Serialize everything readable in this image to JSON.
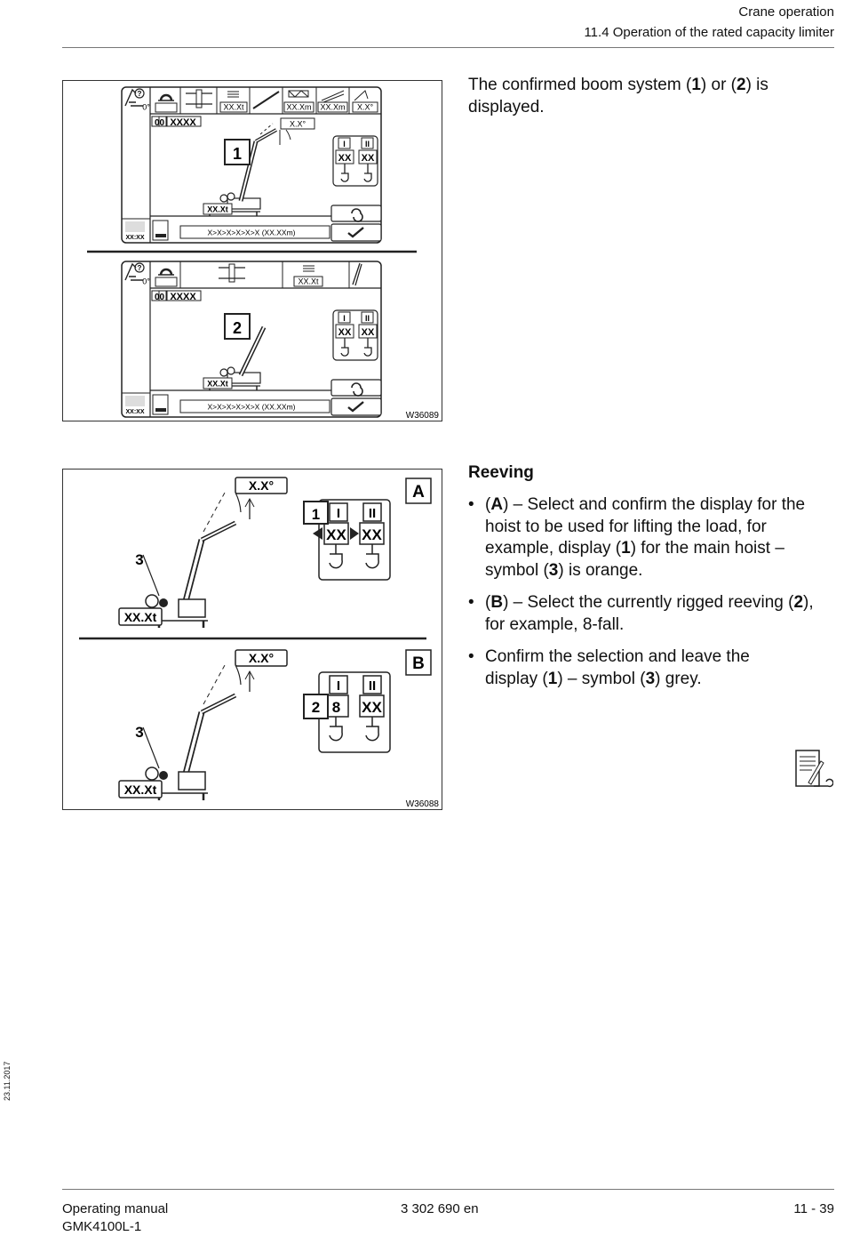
{
  "header": {
    "chapter": "Crane operation",
    "section": "11.4 Operation of the rated capacity limiter"
  },
  "figure1": {
    "code": "W36089",
    "display": {
      "slew_angle": "0°",
      "ballast": "XX.Xt",
      "length1": "XX.Xm",
      "length2": "XX.Xm",
      "angle_box": "X.X°",
      "code_box": "XXXX",
      "zero_zero": "00",
      "luffing_angle": "X.X°",
      "reeving1": "XX",
      "reeving2": "XX",
      "hoist1": "I",
      "hoist2": "II",
      "load": "XX.Xt",
      "path": "X>X>X>X>X>X  (XX.XXm)",
      "time": "XX:XX"
    },
    "callout_top": "1",
    "callout_bottom": "2"
  },
  "text1": {
    "p_a": "The confirmed boom system (",
    "n1": "1",
    "p_b": ") or (",
    "n2": "2",
    "p_c": ") is",
    "p_d": "displayed."
  },
  "figure2": {
    "code": "W36088",
    "panel_a": "A",
    "panel_b": "B",
    "angle": "X.X°",
    "load": "XX.Xt",
    "callout_3": "3",
    "callout_1": "1",
    "callout_2": "2",
    "hoist1": "I",
    "hoist2": "II",
    "reeving": "XX",
    "reeving_b": "8"
  },
  "reeving": {
    "title": "Reeving",
    "b1_l1a": "(",
    "b1_A": "A",
    "b1_l1b": ") – Select and confirm the display for the",
    "b1_l2": "hoist to be used for lifting the load, for",
    "b1_l3a": "example, display (",
    "b1_n1": "1",
    "b1_l3b": ") for the main hoist –",
    "b1_l4a": "symbol (",
    "b1_n3": "3",
    "b1_l4b": ") is orange.",
    "b2_l1a": "(",
    "b2_B": "B",
    "b2_l1b": ") – Select the currently rigged reeving (",
    "b2_n2": "2",
    "b2_l1c": "),",
    "b2_l2": "for example, 8-fall.",
    "b3_l1": "Confirm the selection and leave the",
    "b3_l2a": "display (",
    "b3_n1": "1",
    "b3_l2b": ") – symbol (",
    "b3_n3": "3",
    "b3_l2c": ") grey."
  },
  "side_date": "23.11.2017",
  "footer": {
    "manual": "Operating manual",
    "model": "GMK4100L-1",
    "doc_no": "3 302 690 en",
    "page": "11 - 39"
  },
  "bullet_char": "•",
  "icons": [
    "lock-crane-icon",
    "slewing-icon",
    "outrigger-icon",
    "ballast-icon",
    "boom-icon",
    "lattice-icon",
    "jib-icon",
    "hook-icon",
    "crane-icon",
    "confirm-check-icon",
    "cycle-icon",
    "note-book-icon"
  ]
}
